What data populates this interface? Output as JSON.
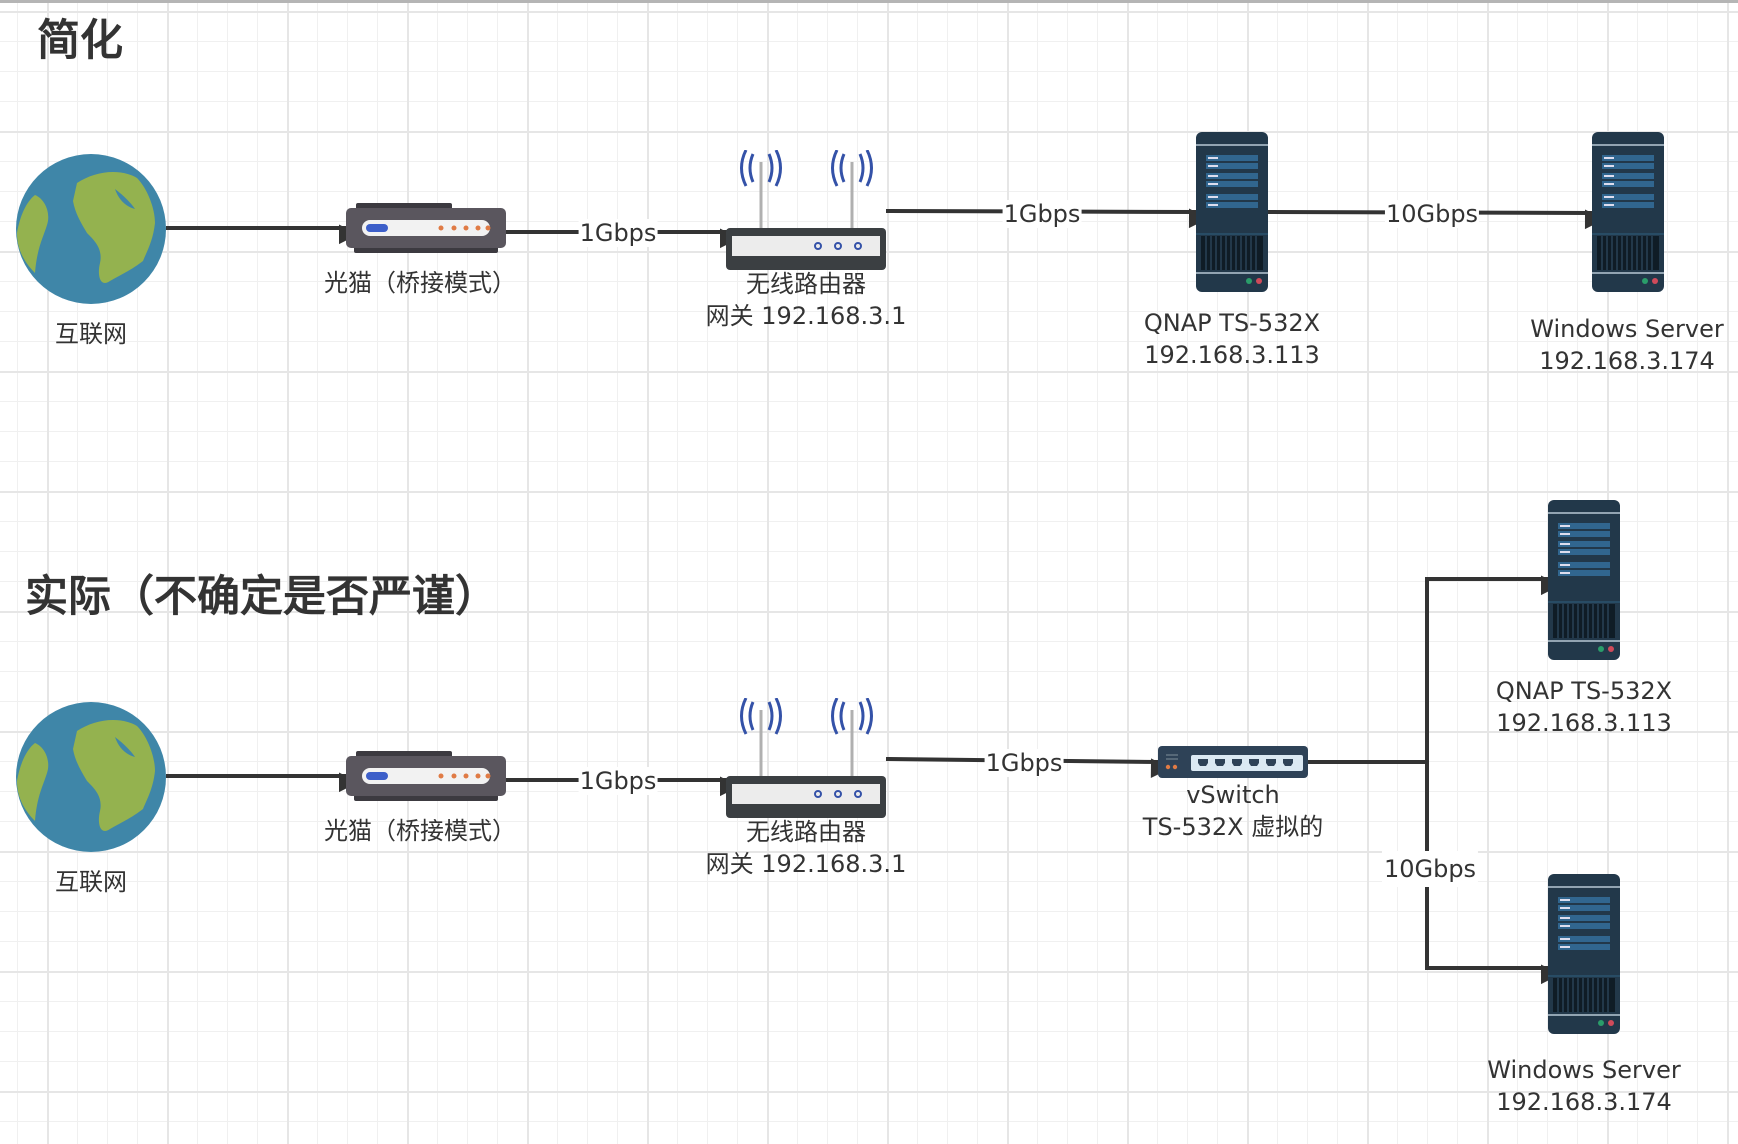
{
  "diagram": {
    "sections": [
      {
        "title": "简化",
        "nodes": {
          "internet": {
            "label": "互联网",
            "icon": "globe-icon"
          },
          "modem": {
            "label": "光猫（桥接模式）",
            "icon": "modem-icon"
          },
          "router": {
            "label_line1": "无线路由器",
            "label_line2": "网关 192.168.3.1",
            "icon": "wireless-router-icon"
          },
          "nas": {
            "label_line1": "QNAP TS-532X",
            "label_line2": "192.168.3.113",
            "icon": "server-icon"
          },
          "windows": {
            "label_line1": "Windows Server",
            "label_line2": "192.168.3.174",
            "icon": "server-icon"
          }
        },
        "edges": [
          {
            "from": "internet",
            "to": "modem",
            "label": ""
          },
          {
            "from": "modem",
            "to": "router",
            "label": "1Gbps"
          },
          {
            "from": "router",
            "to": "nas",
            "label": "1Gbps"
          },
          {
            "from": "nas",
            "to": "windows",
            "label": "10Gbps"
          }
        ]
      },
      {
        "title": "实际（不确定是否严谨）",
        "nodes": {
          "internet": {
            "label": "互联网",
            "icon": "globe-icon"
          },
          "modem": {
            "label": "光猫（桥接模式）",
            "icon": "modem-icon"
          },
          "router": {
            "label_line1": "无线路由器",
            "label_line2": "网关 192.168.3.1",
            "icon": "wireless-router-icon"
          },
          "vswitch": {
            "label_line1": "vSwitch",
            "label_line2": "TS-532X 虚拟的",
            "icon": "switch-icon"
          },
          "nas": {
            "label_line1": "QNAP TS-532X",
            "label_line2": "192.168.3.113",
            "icon": "server-icon"
          },
          "windows": {
            "label_line1": "Windows Server",
            "label_line2": "192.168.3.174",
            "icon": "server-icon"
          }
        },
        "edges": [
          {
            "from": "internet",
            "to": "modem",
            "label": ""
          },
          {
            "from": "modem",
            "to": "router",
            "label": "1Gbps"
          },
          {
            "from": "router",
            "to": "vswitch",
            "label": "1Gbps"
          },
          {
            "from": "vswitch",
            "to": "nas",
            "label": ""
          },
          {
            "from": "vswitch",
            "to": "windows",
            "label": "10Gbps"
          }
        ]
      }
    ],
    "colors": {
      "edge": "#333333",
      "server_body": "#22384a",
      "server_panel": "#31668f",
      "globe_ocean": "#3f86a8",
      "globe_land": "#94b24f",
      "modem_body": "#5a565e",
      "router_body": "#3b3f42",
      "wifi_wave": "#3452a8",
      "led_orange": "#e07b45",
      "led_blue": "#3d5fc9"
    }
  }
}
